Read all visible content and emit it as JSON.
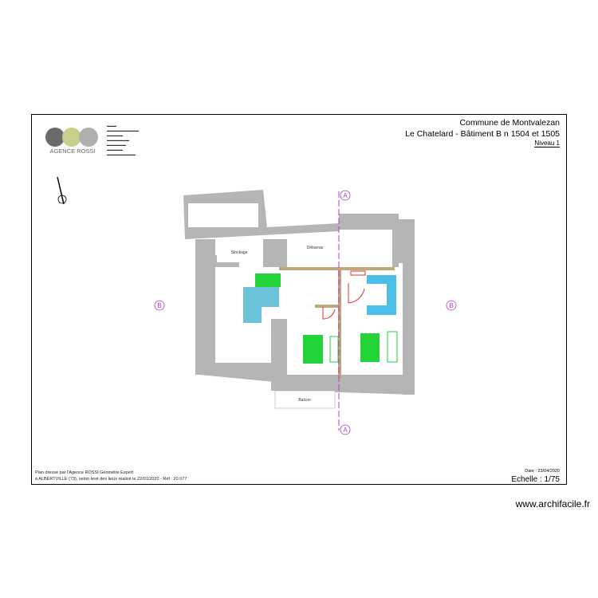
{
  "header": {
    "commune": "Commune de Montvalezan",
    "building": "Le Chatelard - Bâtiment B n 1504 et 1505",
    "level": "Niveau 1"
  },
  "logo": {
    "name": "AGENCE ROSSI"
  },
  "footer": {
    "line1": "Plan dressé par l'Agence ROSSI Géomètre Expert",
    "line2": "à ALBERTVILLE (73), selon levé des lieux réalisé le 22/01/2020 - Réf : 20 077",
    "date": "Date : 23/04/2020",
    "scale": "Echelle : 1/75"
  },
  "watermark": "www.archifacile.fr",
  "plan": {
    "section_markers": [
      "A",
      "A",
      "B",
      "B"
    ],
    "rooms": [
      "Stockage",
      "Débarras",
      "Balcon"
    ],
    "colors": {
      "wall": "#b5b5b5",
      "partition": "#bfa77a",
      "stairs": "#6cc3d9",
      "bed": "#22d33a",
      "door": "#e53030",
      "bath": "#4bbfe8",
      "section": "#b03ad0",
      "cabinet": "#e08a1a"
    }
  }
}
